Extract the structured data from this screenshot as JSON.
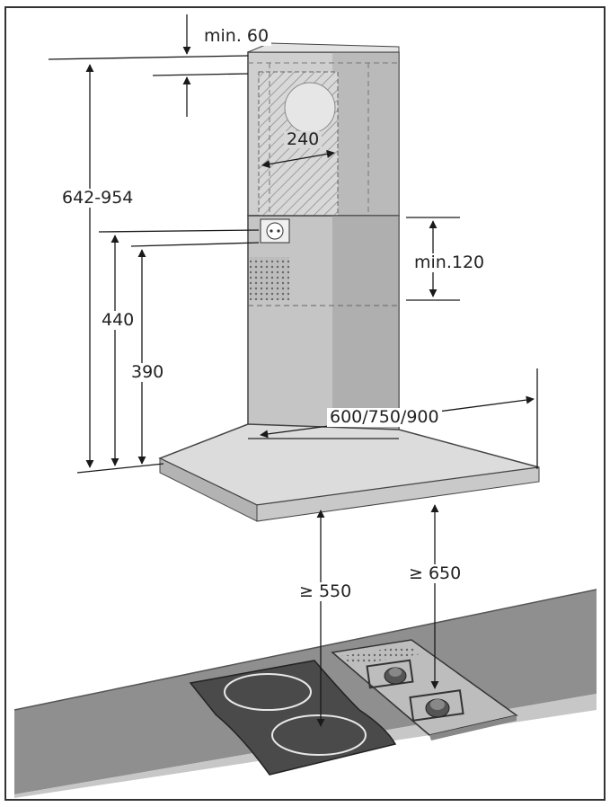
{
  "dimensions": {
    "top_clearance": "min. 60",
    "chimney_height": "642-954",
    "duct_width": "240",
    "socket_height": "440",
    "hood_height": "390",
    "socket_zone": "min.120",
    "hood_width": "600/750/900",
    "electric_clearance": "≥ 550",
    "gas_clearance": "≥ 650"
  },
  "colors": {
    "chimney": "#cfcfcf",
    "chimney_shade": "#a9a9a9",
    "canopy": "#dcdcdc",
    "counter": "#8f8f8f",
    "counter_front": "#c7c7c7",
    "ceramic_hob": "#4a4a4a",
    "gas_hob": "#bdbdbd",
    "line": "#1a1a1a"
  },
  "icons": [
    "wall-socket-icon",
    "burner-knob-icon"
  ]
}
